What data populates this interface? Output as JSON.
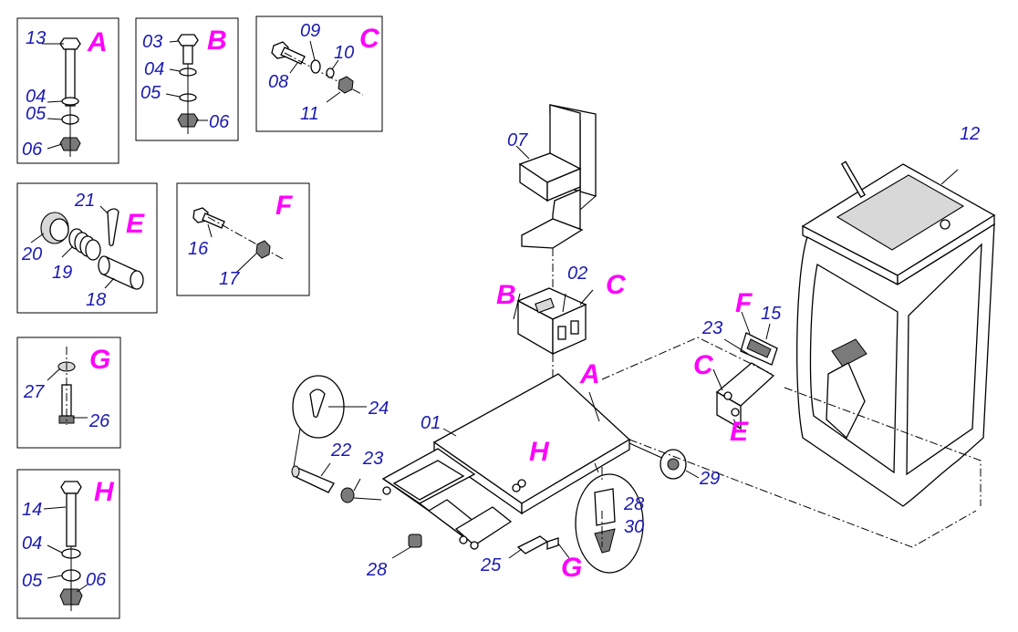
{
  "diagram": {
    "detail_boxes": [
      {
        "letter": "A",
        "parts": [
          "13",
          "04",
          "05",
          "06"
        ]
      },
      {
        "letter": "B",
        "parts": [
          "03",
          "04",
          "05",
          "06"
        ]
      },
      {
        "letter": "C",
        "parts": [
          "09",
          "10",
          "08",
          "11"
        ]
      },
      {
        "letter": "E",
        "parts": [
          "21",
          "20",
          "19",
          "18"
        ]
      },
      {
        "letter": "F",
        "parts": [
          "16",
          "17"
        ]
      },
      {
        "letter": "G",
        "parts": [
          "27",
          "26"
        ]
      },
      {
        "letter": "H",
        "parts": [
          "14",
          "04",
          "05",
          "06"
        ]
      }
    ],
    "main_labels": {
      "seat": "07",
      "seat_bracket": "02",
      "base_frame": "01",
      "cab": "12",
      "pedal_bracket_f": "15",
      "pedal_bracket_23": "23",
      "clip": "24",
      "pin": "22",
      "bush": "23",
      "bush_loose": "28",
      "clip_g": "25",
      "rubber_mount": "29",
      "mount_sleeve": "28",
      "mount_cone": "30"
    },
    "main_letters": {
      "bracket_b": "B",
      "bracket_c": "C",
      "frame_a": "A",
      "frame_h": "H",
      "pedal_f": "F",
      "pedal_c": "C",
      "pedal_e": "E",
      "clip_g": "G"
    }
  }
}
